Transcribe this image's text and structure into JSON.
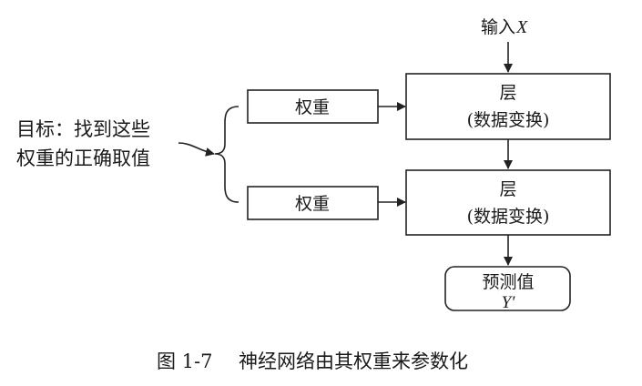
{
  "diagram": {
    "input_label": {
      "text": "输入",
      "var": "X"
    },
    "layers": [
      {
        "title": "层",
        "subtitle": "(数据变换)"
      },
      {
        "title": "层",
        "subtitle": "(数据变换)"
      }
    ],
    "weights": [
      {
        "label": "权重"
      },
      {
        "label": "权重"
      }
    ],
    "goal": {
      "line1": "目标：找到这些",
      "line2": "权重的正确取值"
    },
    "output": {
      "title": "预测值",
      "var": "Y′"
    },
    "caption": {
      "number": "图 1-7",
      "text": "神经网络由其权重来参数化"
    }
  }
}
